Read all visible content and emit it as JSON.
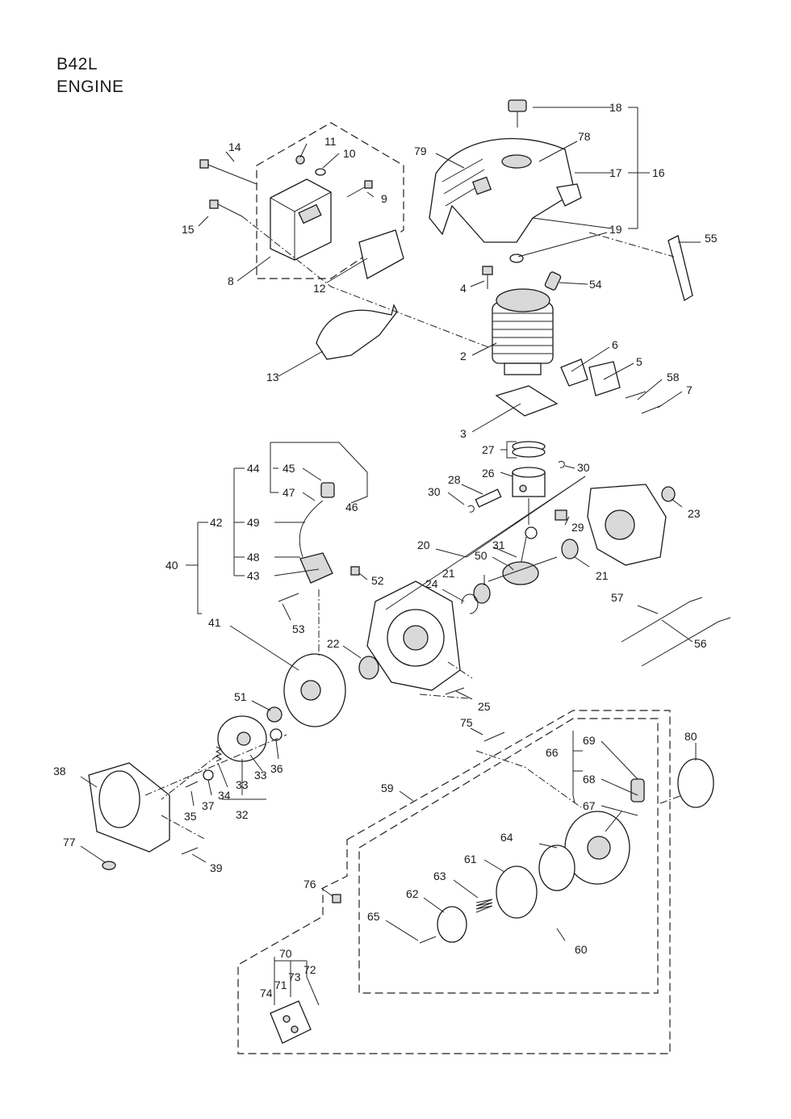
{
  "header": {
    "model": "B42L",
    "section": "ENGINE"
  },
  "callouts": {
    "c2": "2",
    "c3": "3",
    "c4": "4",
    "c5": "5",
    "c6": "6",
    "c7": "7",
    "c8": "8",
    "c9": "9",
    "c10": "10",
    "c11": "11",
    "c12": "12",
    "c13": "13",
    "c14": "14",
    "c15": "15",
    "c16": "16",
    "c17": "17",
    "c18": "18",
    "c19": "19",
    "c20": "20",
    "c21a": "21",
    "c21b": "21",
    "c22": "22",
    "c23": "23",
    "c24": "24",
    "c25": "25",
    "c26": "26",
    "c27": "27",
    "c28": "28",
    "c29": "29",
    "c30a": "30",
    "c30b": "30",
    "c31": "31",
    "c32": "32",
    "c33a": "33",
    "c33b": "33",
    "c34": "34",
    "c35": "35",
    "c36": "36",
    "c37": "37",
    "c38": "38",
    "c39": "39",
    "c40": "40",
    "c41": "41",
    "c42": "42",
    "c43": "43",
    "c44": "44",
    "c45": "45",
    "c46": "46",
    "c47": "47",
    "c48": "48",
    "c49": "49",
    "c50": "50",
    "c51": "51",
    "c52": "52",
    "c53": "53",
    "c54": "54",
    "c55": "55",
    "c56": "56",
    "c57": "57",
    "c58": "58",
    "c59": "59",
    "c60": "60",
    "c61": "61",
    "c62": "62",
    "c63": "63",
    "c64": "64",
    "c65": "65",
    "c66": "66",
    "c67": "67",
    "c68": "68",
    "c69": "69",
    "c70": "70",
    "c71": "71",
    "c72": "72",
    "c73": "73",
    "c74": "74",
    "c75": "75",
    "c76": "76",
    "c77": "77",
    "c78": "78",
    "c79": "79",
    "c80": "80"
  }
}
